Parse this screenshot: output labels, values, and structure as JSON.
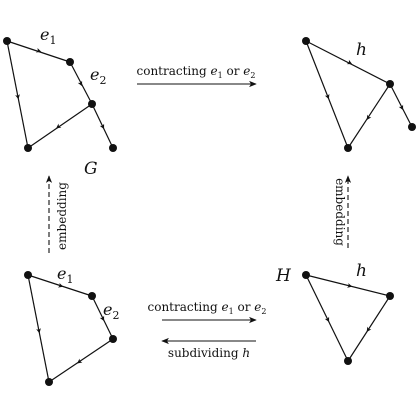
{
  "labels": {
    "e1": "e",
    "e1_sub": "1",
    "e2": "e",
    "e2_sub": "2",
    "h": "h",
    "G": "G",
    "H": "H"
  },
  "arrows": {
    "contract_top_prefix": "contracting ",
    "contract_top_e1": "e",
    "contract_top_e1_sub": "1",
    "contract_top_or": " or ",
    "contract_top_e2": "e",
    "contract_top_e2_sub": "2",
    "contract_bottom_prefix": "contracting ",
    "contract_bottom_e1": "e",
    "contract_bottom_e1_sub": "1",
    "contract_bottom_or": " or ",
    "contract_bottom_e2": "e",
    "contract_bottom_e2_sub": "2",
    "subdivide_prefix": "subdividing ",
    "subdivide_h": "h",
    "embedding_left": "embedding",
    "embedding_right": "embedding"
  }
}
